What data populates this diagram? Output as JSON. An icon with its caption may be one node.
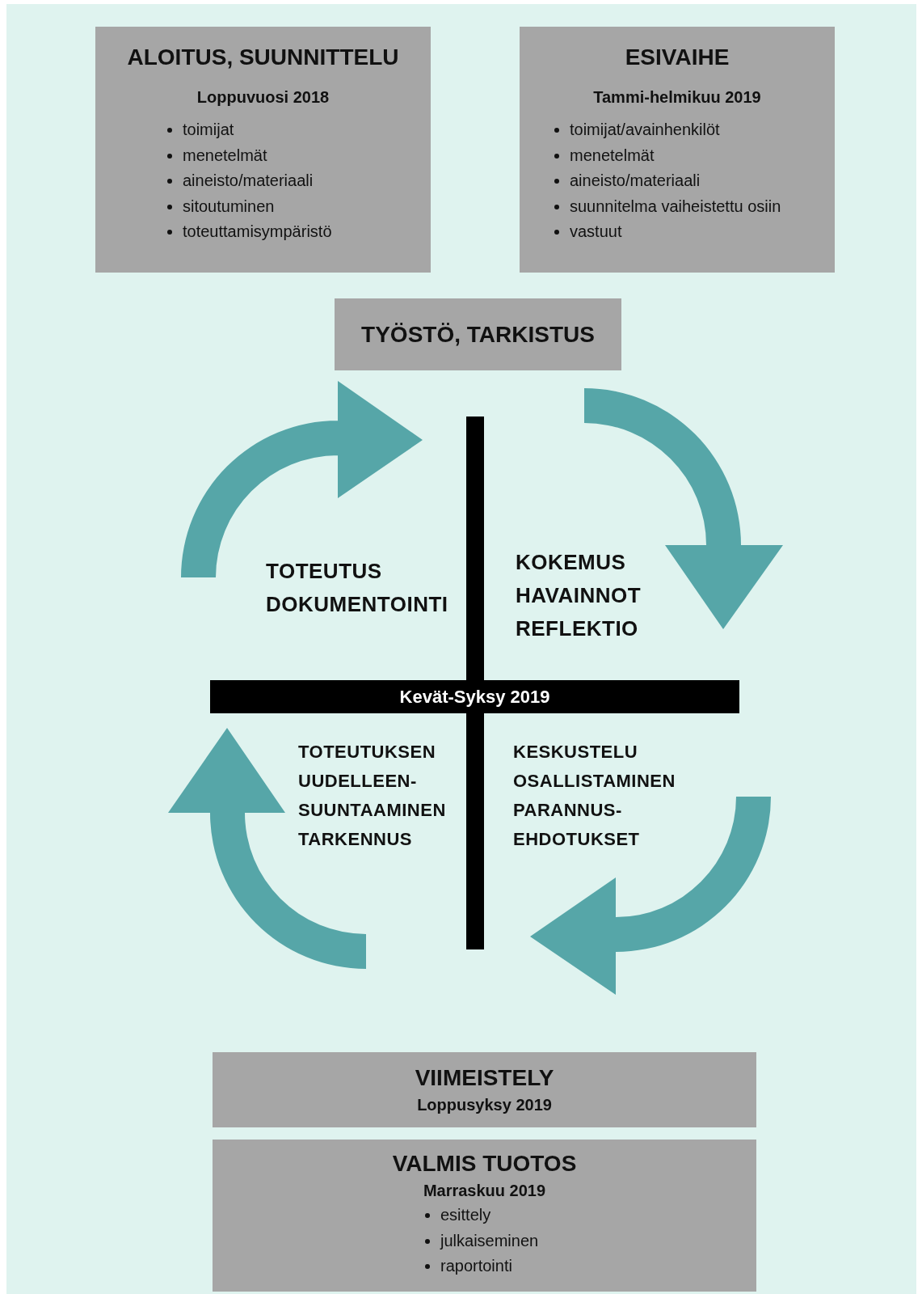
{
  "diagram": {
    "nodes": [
      {
        "text": [
          "ALOITUS, SUUNNITTELU",
          "Loppuvuosi 2018",
          "toimijat",
          "menetelmät",
          "aineisto/materiaali",
          "sitoutuminen",
          "toteuttamisympäristö"
        ]
      },
      {
        "text": [
          "ESIVAIHE",
          "Tammi-helmikuu 2019",
          "toimijat/avainhenkilöt",
          "menetelmät",
          "aineisto/materiaali",
          "suunnitelma vaiheistettu osiin",
          "vastuut"
        ]
      },
      {
        "text": [
          "TYÖSTÖ, TARKISTUS"
        ]
      },
      {
        "text": [
          "VIIMEISTELY",
          "Loppusyksy 2019"
        ]
      },
      {
        "text": [
          "VALMIS TUOTOS",
          "Marraskuu 2019",
          "esittely",
          "julkaiseminen",
          "raportointi"
        ]
      }
    ],
    "labels": [
      "TOTEUTUS",
      "DOKUMENTOINTI",
      "KOKEMUS",
      "HAVAINNOT",
      "REFLEKTIO",
      "Kevät-Syksy 2019",
      "TOTEUTUKSEN",
      "UUDELLEEN-",
      "SUUNTAAMINEN",
      "TARKENNUS",
      "KESKUSTELU",
      "OSALLISTAMINEN",
      "PARANNUS-",
      "EHDOTUKSET"
    ]
  }
}
